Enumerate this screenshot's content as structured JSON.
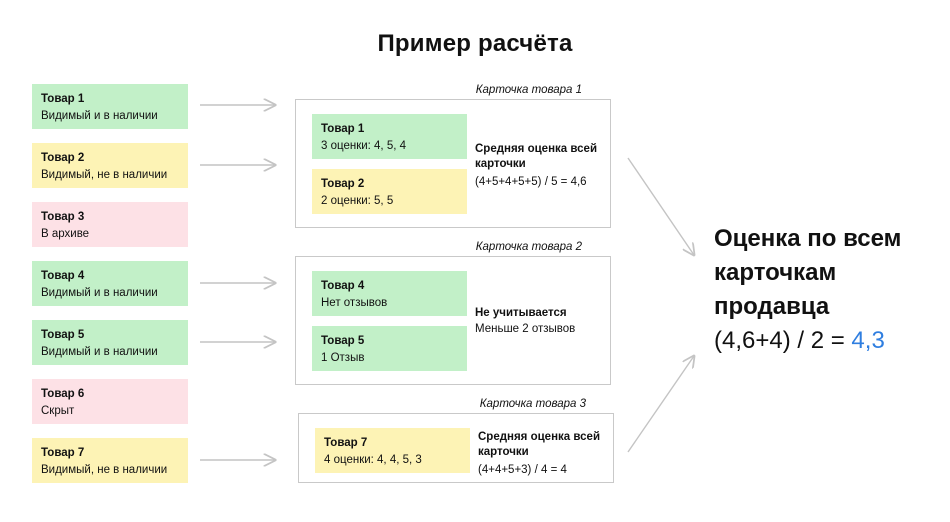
{
  "title": "Пример расчёта",
  "colors": {
    "green": "#c2f0c8",
    "yellow": "#fdf3b5",
    "pink": "#fde1e6",
    "accent": "#2f7ee0",
    "arrow": "#c4c4c4"
  },
  "items": [
    {
      "name": "Товар 1",
      "status": "Видимый и в наличии",
      "color": "green"
    },
    {
      "name": "Товар 2",
      "status": "Видимый, не в наличии",
      "color": "yellow"
    },
    {
      "name": "Товар 3",
      "status": "В архиве",
      "color": "pink"
    },
    {
      "name": "Товар 4",
      "status": "Видимый и в наличии",
      "color": "green"
    },
    {
      "name": "Товар 5",
      "status": "Видимый и в наличии",
      "color": "green"
    },
    {
      "name": "Товар 6",
      "status": "Скрыт",
      "color": "pink"
    },
    {
      "name": "Товар 7",
      "status": "Видимый, не в наличии",
      "color": "yellow"
    }
  ],
  "cards": [
    {
      "label": "Карточка товара 1",
      "products": [
        {
          "name": "Товар 1",
          "detail": "3 оценки: 4, 5, 4"
        },
        {
          "name": "Товар 2",
          "detail": "2 оценки: 5, 5"
        }
      ],
      "heading": "Средняя оценка всей карточки",
      "formula": "(4+5+4+5+5) / 5 = 4,6"
    },
    {
      "label": "Карточка товара 2",
      "products": [
        {
          "name": "Товар 4",
          "detail": "Нет отзывов"
        },
        {
          "name": "Товар 5",
          "detail": "1 Отзыв"
        }
      ],
      "heading": "Не учитывается",
      "formula": "Меньше 2 отзывов"
    },
    {
      "label": "Карточка товара 3",
      "products": [
        {
          "name": "Товар 7",
          "detail": "4 оценки: 4, 4, 5, 3"
        }
      ],
      "heading": "Средняя оценка всей карточки",
      "formula": "(4+4+5+3) / 4 = 4"
    }
  ],
  "result": {
    "heading": "Оценка по всем карточкам продавца",
    "formula_prefix": "(4,6+4) / 2 = ",
    "value": "4,3"
  }
}
